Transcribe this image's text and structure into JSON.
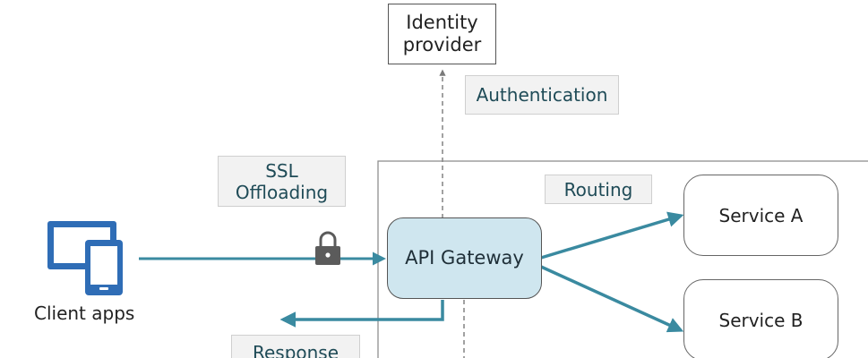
{
  "nodes": {
    "identity_provider": "Identity\nprovider",
    "api_gateway": "API Gateway",
    "service_a": "Service A",
    "service_b": "Service B",
    "client_apps": "Client apps"
  },
  "tags": {
    "authentication": "Authentication",
    "ssl_offloading": "SSL\nOffloading",
    "routing": "Routing",
    "response": "Response"
  },
  "icons": {
    "client": "devices-icon",
    "lock": "lock-icon"
  },
  "colors": {
    "arrow": "#3a8aa0",
    "gateway_fill": "#cfe6ef",
    "dashed": "#8a8a8a",
    "device_blue": "#2f6db6"
  }
}
